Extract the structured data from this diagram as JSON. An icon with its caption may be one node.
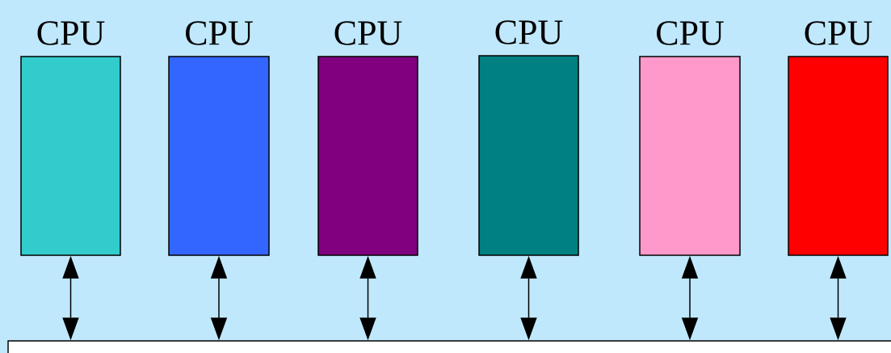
{
  "diagram": {
    "nodes": [
      {
        "text": [
          "CPU"
        ]
      },
      {
        "text": [
          "CPU"
        ]
      },
      {
        "text": [
          "CPU"
        ]
      },
      {
        "text": [
          "CPU"
        ]
      },
      {
        "text": [
          "CPU"
        ]
      },
      {
        "text": [
          "CPU"
        ]
      },
      {
        "text": [],
        "shape": "box"
      }
    ],
    "edges": [
      {
        "from": 0,
        "to": 6,
        "arrow": "both"
      },
      {
        "from": 1,
        "to": 6,
        "arrow": "both"
      },
      {
        "from": 2,
        "to": 6,
        "arrow": "both"
      },
      {
        "from": 3,
        "to": 6,
        "arrow": "both"
      },
      {
        "from": 4,
        "to": 6,
        "arrow": "both"
      },
      {
        "from": 5,
        "to": 6,
        "arrow": "both"
      }
    ]
  }
}
